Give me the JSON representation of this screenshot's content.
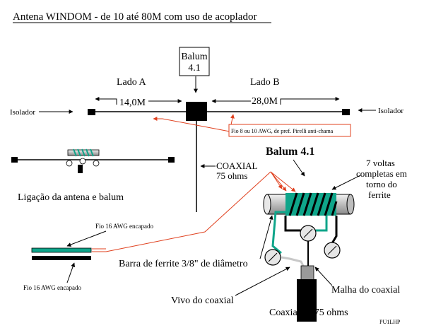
{
  "title": "Antena WINDOM - de 10 até 80M com uso de acoplador",
  "labels": {
    "balum_box_line1": "Balum",
    "balum_box_line2": "4.1",
    "lado_a": "Lado A",
    "lado_b": "Lado B",
    "length_a": "14,0M",
    "length_b": "28,0M",
    "isolador_left": "Isolador",
    "isolador_right": "Isolador",
    "wire_note": "Fio 8 ou 10 AWG, de pref. Pirelli anti-chama",
    "coax_line1": "COAXIAL",
    "coax_line2": "75 ohms",
    "balum_detail_title": "Balum 4.1",
    "turns_line1": "7 voltas",
    "turns_line2": "completas em",
    "turns_line3": "torno do",
    "turns_line4": "ferrite",
    "ligacao": "Ligação da antena e balum",
    "fio_top": "Fio 16 AWG encapado",
    "fio_bottom": "Fio 16 AWG encapado",
    "barra": "Barra de ferrite 3/8\" de diâmetro",
    "malha": "Malha do coaxial",
    "vivo": "Vivo do coaxial",
    "coax_75": "Coaxial de 75 ohms",
    "signature": "PU1LHP"
  },
  "colors": {
    "ink": "#000000",
    "red_lines": "#e0401e",
    "green_wire": "#0fa58a",
    "ferrite_gray": "#c8c8c8"
  }
}
